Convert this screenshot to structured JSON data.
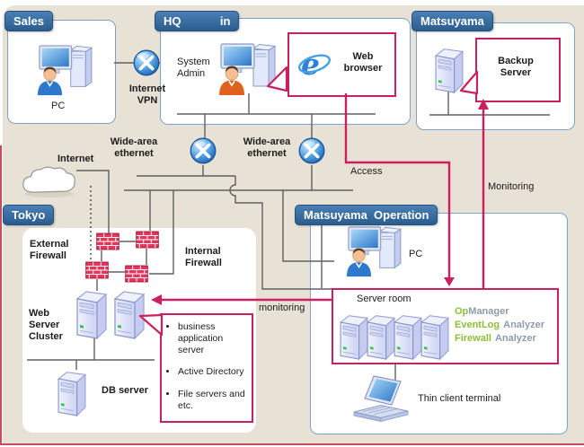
{
  "colors": {
    "background": "#e8e1d5",
    "accent_pink": "#c9215e",
    "tab_blue": "#2b5c8e",
    "panel_border_blue": "#7ba3c9",
    "product_green": "#8cbf3c",
    "product_gray": "#8c9cac",
    "wire_gray": "#606060"
  },
  "icons": {
    "router": "x-circle-router-icon",
    "firewall": "brick-wall-icon",
    "cloud": "internet-cloud-icon",
    "pc": "desktop-with-user-icon",
    "server": "server-tower-icon",
    "laptop": "thin-client-laptop-icon",
    "browser": "internet-explorer-icon"
  },
  "tabs": {
    "sales": "Sales",
    "hq": "HQ            in",
    "matsuyama": "Matsuyama",
    "tokyo": "Tokyo",
    "matsuyama_operation": "Matsuyama  Operation"
  },
  "sales": {
    "pc_label": "PC"
  },
  "hq": {
    "admin_label": "System Admin",
    "web_browser_callout": "Web browser"
  },
  "matsuyama": {
    "backup_callout": "Backup Server"
  },
  "network": {
    "internet_vpn": "Internet VPN",
    "wide_area_left": "Wide-area ethernet",
    "wide_area_right": "Wide-area ethernet",
    "internet": "Internet"
  },
  "flows": {
    "access": "Access",
    "monitoring": "Monitoring",
    "monitoring_lower": "monitoring"
  },
  "tokyo": {
    "external_firewall": "External Firewall",
    "internal_firewall": "Internal Firewall",
    "web_server_cluster": "Web Server Cluster",
    "db_server": "DB server",
    "server_roles": [
      "business application server",
      "Active Directory",
      "File servers and etc."
    ]
  },
  "matsuyama_operation": {
    "pc_label": "PC",
    "server_room": "Server room",
    "products": [
      {
        "green": "Op",
        "gray": "Manager"
      },
      {
        "green": "EventLog",
        "gray": "Analyzer"
      },
      {
        "green": "Firewall",
        "gray": "Analyzer"
      }
    ],
    "thin_client": "Thin client terminal"
  }
}
